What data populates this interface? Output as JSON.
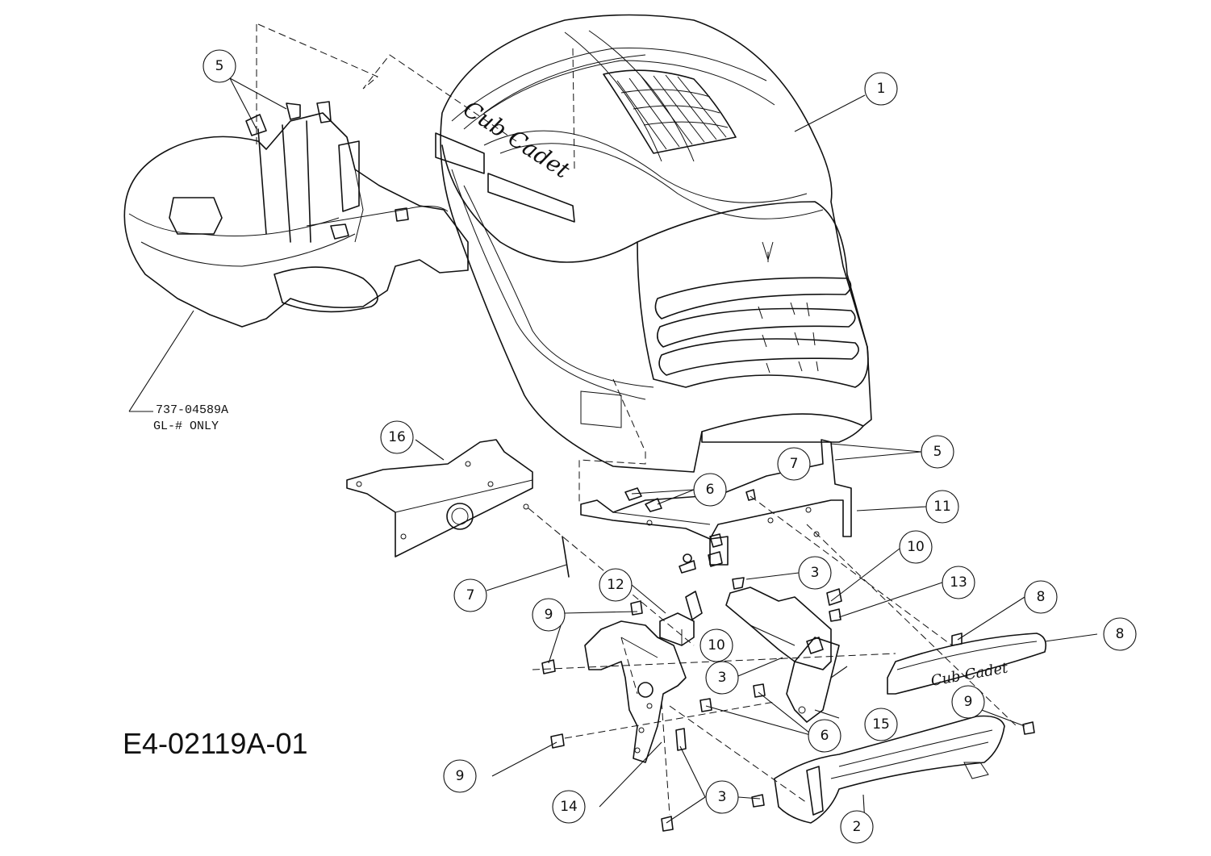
{
  "drawing_code": "E4-02119A-01",
  "note": {
    "line1": "737-04589A",
    "line2": "GL-# ONLY"
  },
  "logo_text": "Cub Cadet",
  "callouts": [
    "1",
    "5",
    "5",
    "16",
    "7",
    "11",
    "6",
    "7",
    "3",
    "10",
    "13",
    "12",
    "8",
    "9",
    "8",
    "10",
    "3",
    "6",
    "15",
    "9",
    "9",
    "14",
    "3",
    "2"
  ]
}
